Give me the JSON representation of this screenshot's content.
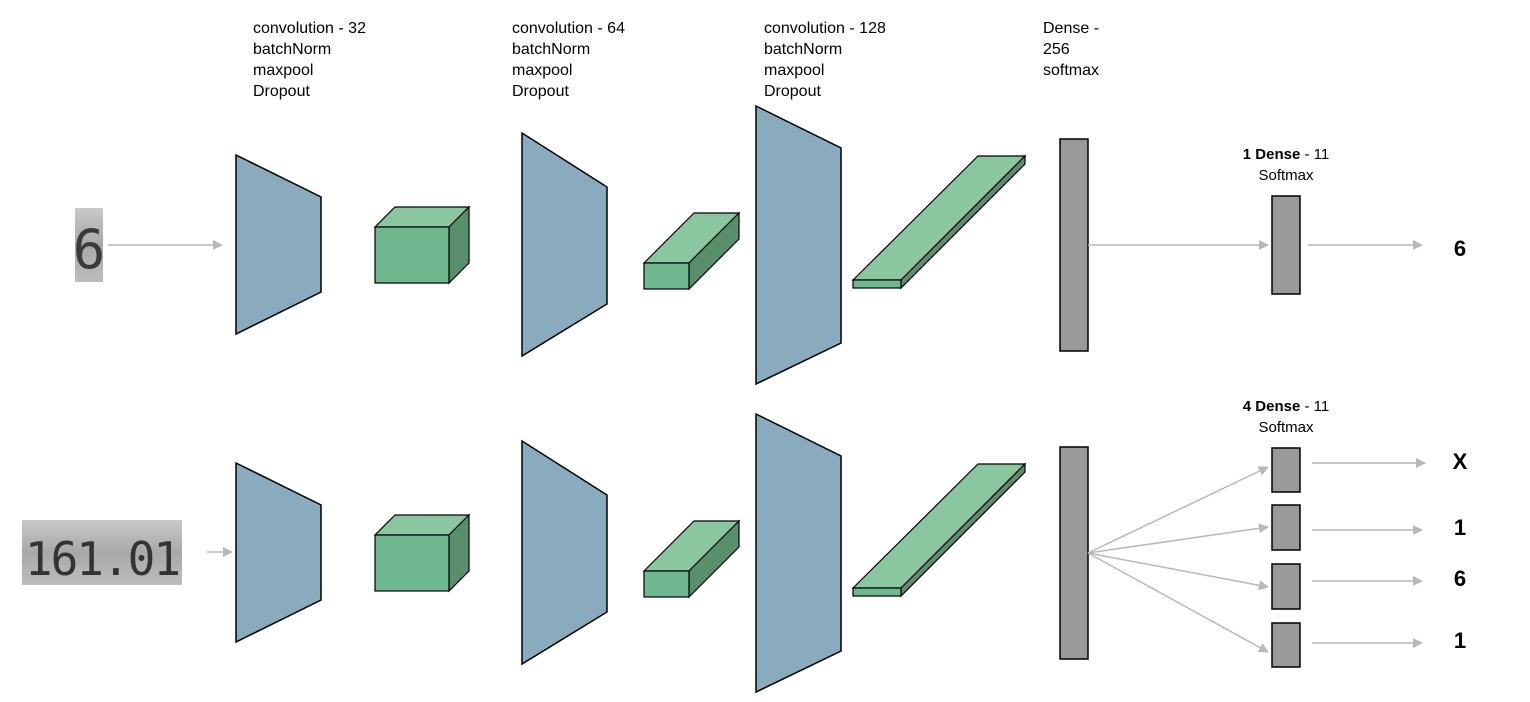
{
  "layer_labels": [
    {
      "lines": [
        "convolution - 32",
        "batchNorm",
        "maxpool",
        "Dropout"
      ]
    },
    {
      "lines": [
        "convolution - 64",
        "batchNorm",
        "maxpool",
        "Dropout"
      ]
    },
    {
      "lines": [
        "convolution - 128",
        "batchNorm",
        "maxpool",
        "Dropout"
      ]
    },
    {
      "lines": [
        "Dense -",
        "256",
        "softmax"
      ]
    }
  ],
  "heads": [
    {
      "bold": "1 Dense",
      "rest": " - 11",
      "line2": "Softmax",
      "outputs": [
        "6"
      ]
    },
    {
      "bold": "4 Dense",
      "rest": " - 11",
      "line2": "Softmax",
      "outputs": [
        "X",
        "1",
        "6",
        "1"
      ]
    }
  ],
  "inputs": [
    {
      "digits": "6"
    },
    {
      "digits": "161.01"
    }
  ],
  "colors": {
    "conv": "#8aaabd",
    "pool_front": "#6fb78e",
    "pool_top": "#8ac7a0",
    "pool_side": "#5a8f6c",
    "dense": "#999999",
    "arrow": "#b8b8b8",
    "stroke": "#000000"
  }
}
